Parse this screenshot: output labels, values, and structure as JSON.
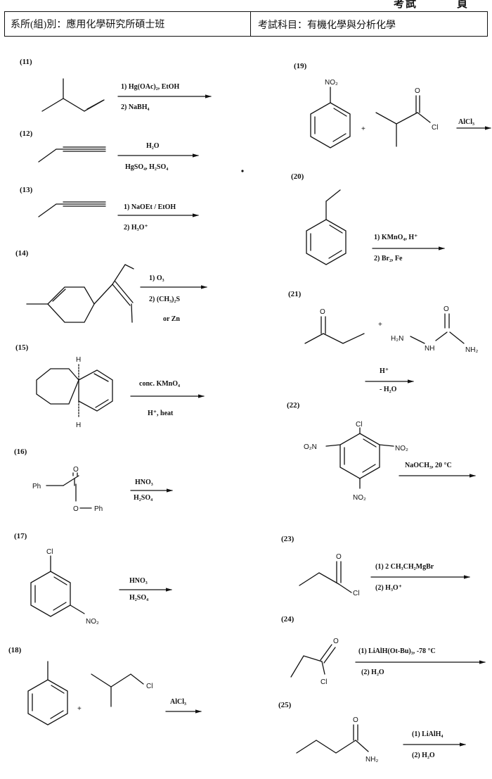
{
  "top_strip": {
    "text_left": "考試",
    "text_right": "頁"
  },
  "header": {
    "department": "系所(組)別：應用化學研究所碩士班",
    "subject": "考試科目：有機化學與分析化學"
  },
  "problems": [
    {
      "num": "(11)",
      "cond1": "1) Hg(OAc)₂, EtOH",
      "cond2": "2) NaBH₄"
    },
    {
      "num": "(12)",
      "cond1": "H₂O",
      "cond2": "HgSO₄, H₂SO₄"
    },
    {
      "num": "(13)",
      "cond1": "1) NaOEt / EtOH",
      "cond2": "2) H₃O⁺"
    },
    {
      "num": "(14)",
      "cond1": "1) O₃",
      "cond2": "2) (CH₃)₂S",
      "cond3": "or Zn"
    },
    {
      "num": "(15)",
      "cond1": "conc. KMnO₄",
      "cond2": "H⁺, heat",
      "atom1": "H",
      "atom2": "H"
    },
    {
      "num": "(16)",
      "cond1": "HNO₃",
      "cond2": "H₂SO₄",
      "atom1": "Ph",
      "atom2": "O",
      "atom3": "O",
      "atom4": "Ph"
    },
    {
      "num": "(17)",
      "cond1": "HNO₃",
      "cond2": "H₂SO₄",
      "atom1": "Cl",
      "atom2": "NO₂"
    },
    {
      "num": "(18)",
      "cond1": "AlCl₃",
      "plus": "+",
      "atom1": "Cl"
    },
    {
      "num": "(19)",
      "cond1": "AlCl₃",
      "plus": "+",
      "atom1": "NO₂",
      "atom2": "O",
      "atom3": "Cl"
    },
    {
      "num": "(20)",
      "cond1": "1) KMnO₄, H⁺",
      "cond2": "2) Br₂, Fe"
    },
    {
      "num": "(21)",
      "cond1": "H⁺",
      "cond2": "- H₂O",
      "plus": "+",
      "atom1": "O",
      "atom2": "O",
      "atom3": "H₂N",
      "atom4": "NH",
      "atom5": "NH₂"
    },
    {
      "num": "(22)",
      "cond1": "NaOCH₃, 20 °C",
      "atom1": "Cl",
      "atom2": "O₂N",
      "atom3": "NO₂",
      "atom4": "NO₂"
    },
    {
      "num": "(23)",
      "cond1": "(1) 2 CH₃CH₂MgBr",
      "cond2": "(2) H₃O⁺",
      "atom1": "O",
      "atom2": "Cl"
    },
    {
      "num": "(24)",
      "cond1": "(1) LiAlH(Ot-Bu)₃, -78 °C",
      "cond2": "(2) H₂O",
      "atom1": "O",
      "atom2": "Cl"
    },
    {
      "num": "(25)",
      "cond1": "(1) LiAlH₄",
      "cond2": "(2) H₂O",
      "atom1": "O",
      "atom2": "NH₂"
    }
  ]
}
